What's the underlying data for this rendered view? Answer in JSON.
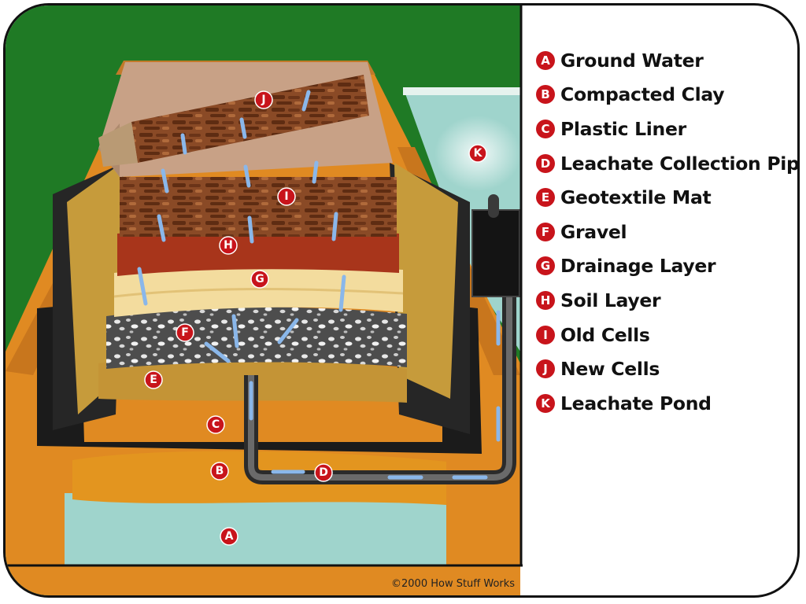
{
  "legend": [
    {
      "letter": "A",
      "label": "Ground Water"
    },
    {
      "letter": "B",
      "label": "Compacted Clay"
    },
    {
      "letter": "C",
      "label": "Plastic Liner"
    },
    {
      "letter": "D",
      "label": "Leachate Collection Pipe"
    },
    {
      "letter": "E",
      "label": "Geotextile Mat"
    },
    {
      "letter": "F",
      "label": "Gravel"
    },
    {
      "letter": "G",
      "label": "Drainage Layer"
    },
    {
      "letter": "H",
      "label": "Soil Layer"
    },
    {
      "letter": "I",
      "label": "Old Cells"
    },
    {
      "letter": "J",
      "label": "New Cells"
    },
    {
      "letter": "K",
      "label": "Leachate Pond"
    }
  ],
  "copyright": "©2000 How Stuff Works",
  "colors": {
    "badge": "#c8141b",
    "grass": "#1f7a25",
    "ground_water": "#9fd4cc",
    "compacted_clay": "#e3951f",
    "plastic_liner": "#1b1b1b",
    "geotextile_mat": "#c49436",
    "gravel": "#4d4d4d",
    "drainage_layer": "#f3dc9e",
    "soil_layer": "#a8351b",
    "cells": "#8a4a26",
    "flow_arrow": "#8ab7ea"
  }
}
